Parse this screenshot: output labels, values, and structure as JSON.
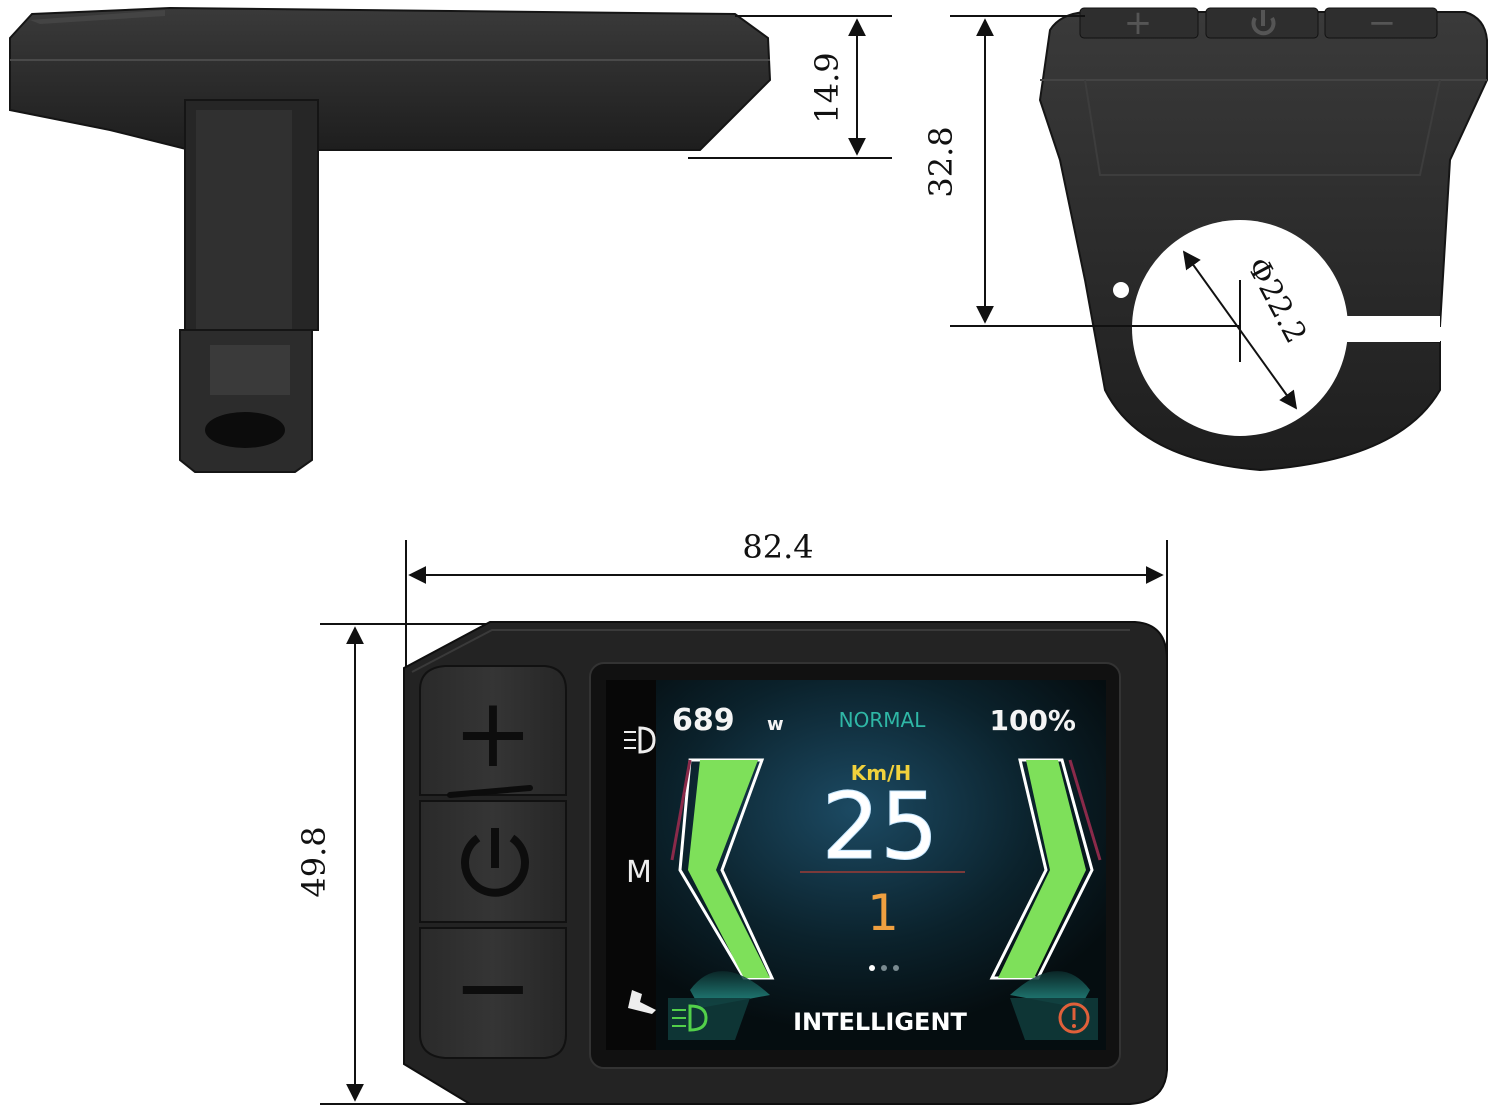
{
  "dimensions": {
    "top_height": "14.9",
    "total_height": "32.8",
    "clamp_diameter": "Φ22.2",
    "width": "82.4",
    "front_height": "49.8"
  },
  "screen": {
    "power": "689",
    "power_unit": "w",
    "mode": "NORMAL",
    "battery": "100%",
    "speed_unit": "Km/H",
    "speed": "25",
    "assist_level": "1",
    "side_mode_letter": "M",
    "drive_mode": "INTELLIGENT"
  },
  "buttons": {
    "plus": "+",
    "minus": "−"
  },
  "colors": {
    "housing": "#2b2b2b",
    "screen_bg": "#071418",
    "arrow_green": "#7ee05a",
    "mode_teal": "#2fb7a6",
    "level_orange": "#f0a040",
    "unit_yellow": "#f2d23c",
    "warning_orange": "#e0603a"
  },
  "icons": [
    "headlight-icon",
    "walk-assist-icon",
    "power-icon",
    "warning-icon"
  ]
}
